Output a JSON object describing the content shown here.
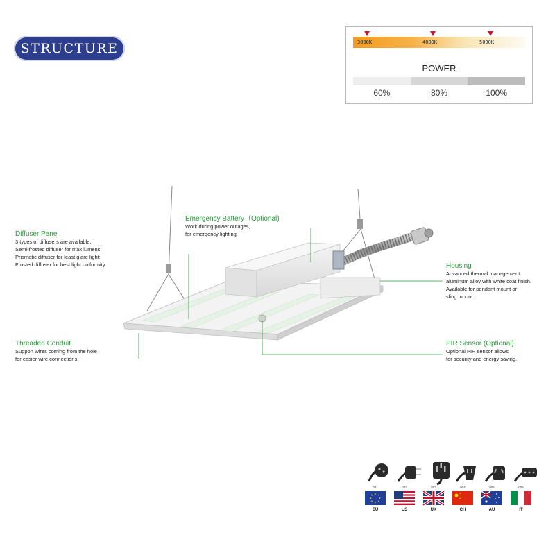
{
  "header": {
    "title": "STRUCTURE"
  },
  "specs": {
    "cct": [
      {
        "label": "3000K",
        "pos": 0.08
      },
      {
        "label": "4000K",
        "pos": 0.44
      },
      {
        "label": "5000K",
        "pos": 0.77
      }
    ],
    "power_title": "POWER",
    "power_levels": [
      "60%",
      "80%",
      "100%"
    ],
    "colors": {
      "marker": "#d3122a",
      "power": [
        "#eeeeee",
        "#d6d6d6",
        "#bcbcbc"
      ]
    }
  },
  "features": {
    "diffuser": {
      "title": "Diffuser Panel",
      "body": "3 types of diffusers are available:\nSemi-frosted diffuser for max lumens;\nPrismatic diffuser for least glare light;\nFrosted diffuser for best light uniformity."
    },
    "battery": {
      "title": "Emergency Battery（Optional)",
      "body": "Work during power outages,\nfor emergency lighting."
    },
    "housing": {
      "title": "Housing",
      "body": "Advanced thermal management\naluminum alloy with white coat finish.\nAvailable for pendant mount or\nsling mount."
    },
    "conduit": {
      "title": "Threaded Conduit",
      "body": "Support wires coming from the hole\nfor easier wire connections."
    },
    "pir": {
      "title": "PIR Sensor (Optional)",
      "body": "Optional PIR sensor allows\nfor security and energy saving."
    },
    "accent_color": "#2c9a3c"
  },
  "plugs": [
    {
      "num": "001",
      "region": "EU",
      "icon": "eu-plug-icon"
    },
    {
      "num": "002",
      "region": "US",
      "icon": "us-plug-icon"
    },
    {
      "num": "003",
      "region": "UK",
      "icon": "uk-plug-icon"
    },
    {
      "num": "004",
      "region": "CH",
      "icon": "ch-plug-icon"
    },
    {
      "num": "005",
      "region": "AU",
      "icon": "au-plug-icon"
    },
    {
      "num": "006",
      "region": "IT",
      "icon": "it-plug-icon"
    }
  ]
}
